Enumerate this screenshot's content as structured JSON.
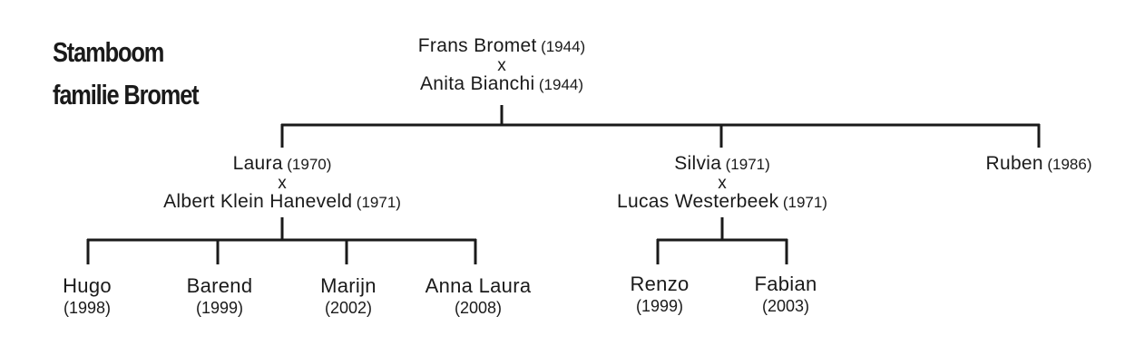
{
  "title": {
    "line1": "Stamboom",
    "line2": "familie Bromet"
  },
  "root": {
    "person1": {
      "name": "Frans Bromet",
      "year": "(1944)"
    },
    "marriage": "x",
    "person2": {
      "name": "Anita Bianchi",
      "year": "(1944)"
    }
  },
  "generation2": [
    {
      "name": "Laura",
      "year": "(1970)",
      "marriage": "x",
      "spouse_name": "Albert Klein Haneveld",
      "spouse_year": "(1971)"
    },
    {
      "name": "Silvia",
      "year": "(1971)",
      "marriage": "x",
      "spouse_name": "Lucas Westerbeek",
      "spouse_year": "(1971)"
    },
    {
      "name": "Ruben",
      "year": "(1986)"
    }
  ],
  "grandchildren": {
    "laura": [
      {
        "name": "Hugo",
        "year": "(1998)"
      },
      {
        "name": "Barend",
        "year": "(1999)"
      },
      {
        "name": "Marijn",
        "year": "(2002)"
      },
      {
        "name": "Anna Laura",
        "year": "(2008)"
      }
    ],
    "silvia": [
      {
        "name": "Renzo",
        "year": "(1999)"
      },
      {
        "name": "Fabian",
        "year": "(2003)"
      }
    ]
  }
}
